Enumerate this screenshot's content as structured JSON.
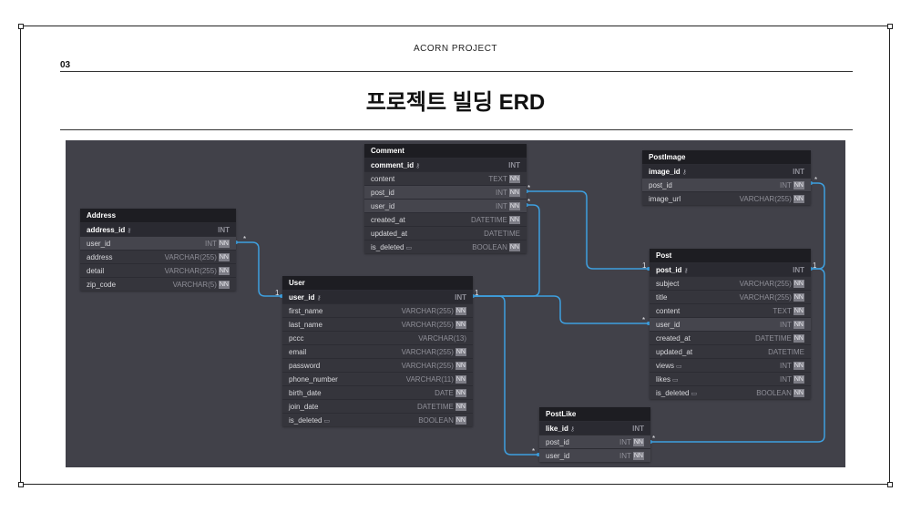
{
  "header": {
    "project": "ACORN PROJECT",
    "page_number": "03",
    "title": "프로젝트 빌딩 ERD"
  },
  "icons": {
    "key": "key-icon",
    "comment": "comment-icon"
  },
  "tables": {
    "address": {
      "name": "Address",
      "rows": [
        {
          "n": "address_id",
          "t": "INT"
        },
        {
          "n": "user_id",
          "t": "INT",
          "nn": "NN"
        },
        {
          "n": "address",
          "t": "VARCHAR(255)",
          "nn": "NN"
        },
        {
          "n": "detail",
          "t": "VARCHAR(255)",
          "nn": "NN"
        },
        {
          "n": "zip_code",
          "t": "VARCHAR(5)",
          "nn": "NN"
        }
      ]
    },
    "comment": {
      "name": "Comment",
      "rows": [
        {
          "n": "comment_id",
          "t": "INT"
        },
        {
          "n": "content",
          "t": "TEXT",
          "nn": "NN"
        },
        {
          "n": "post_id",
          "t": "INT",
          "nn": "NN"
        },
        {
          "n": "user_id",
          "t": "INT",
          "nn": "NN"
        },
        {
          "n": "created_at",
          "t": "DATETIME",
          "nn": "NN"
        },
        {
          "n": "updated_at",
          "t": "DATETIME"
        },
        {
          "n": "is_deleted",
          "t": "BOOLEAN",
          "nn": "NN"
        }
      ]
    },
    "postimage": {
      "name": "PostImage",
      "rows": [
        {
          "n": "image_id",
          "t": "INT"
        },
        {
          "n": "post_id",
          "t": "INT",
          "nn": "NN"
        },
        {
          "n": "image_url",
          "t": "VARCHAR(255)",
          "nn": "NN"
        }
      ]
    },
    "user": {
      "name": "User",
      "rows": [
        {
          "n": "user_id",
          "t": "INT"
        },
        {
          "n": "first_name",
          "t": "VARCHAR(255)",
          "nn": "NN"
        },
        {
          "n": "last_name",
          "t": "VARCHAR(255)",
          "nn": "NN"
        },
        {
          "n": "pccc",
          "t": "VARCHAR(13)"
        },
        {
          "n": "email",
          "t": "VARCHAR(255)",
          "nn": "NN"
        },
        {
          "n": "password",
          "t": "VARCHAR(255)",
          "nn": "NN"
        },
        {
          "n": "phone_number",
          "t": "VARCHAR(11)",
          "nn": "NN"
        },
        {
          "n": "birth_date",
          "t": "DATE",
          "nn": "NN"
        },
        {
          "n": "join_date",
          "t": "DATETIME",
          "nn": "NN"
        },
        {
          "n": "is_deleted",
          "t": "BOOLEAN",
          "nn": "NN"
        }
      ]
    },
    "post": {
      "name": "Post",
      "rows": [
        {
          "n": "post_id",
          "t": "INT"
        },
        {
          "n": "subject",
          "t": "VARCHAR(255)",
          "nn": "NN"
        },
        {
          "n": "title",
          "t": "VARCHAR(255)",
          "nn": "NN"
        },
        {
          "n": "content",
          "t": "TEXT",
          "nn": "NN"
        },
        {
          "n": "user_id",
          "t": "INT",
          "nn": "NN"
        },
        {
          "n": "created_at",
          "t": "DATETIME",
          "nn": "NN"
        },
        {
          "n": "updated_at",
          "t": "DATETIME"
        },
        {
          "n": "views",
          "t": "INT",
          "nn": "NN"
        },
        {
          "n": "likes",
          "t": "INT",
          "nn": "NN"
        },
        {
          "n": "is_deleted",
          "t": "BOOLEAN",
          "nn": "NN"
        }
      ]
    },
    "postlike": {
      "name": "PostLike",
      "rows": [
        {
          "n": "like_id",
          "t": "INT"
        },
        {
          "n": "post_id",
          "t": "INT",
          "nn": "NN"
        },
        {
          "n": "user_id",
          "t": "INT",
          "nn": "NN"
        }
      ]
    }
  },
  "cardinality": {
    "one": "1",
    "many": "*"
  },
  "colors": {
    "background": "#414149",
    "link": "#3ea0e0",
    "header": "#1d1d22"
  }
}
